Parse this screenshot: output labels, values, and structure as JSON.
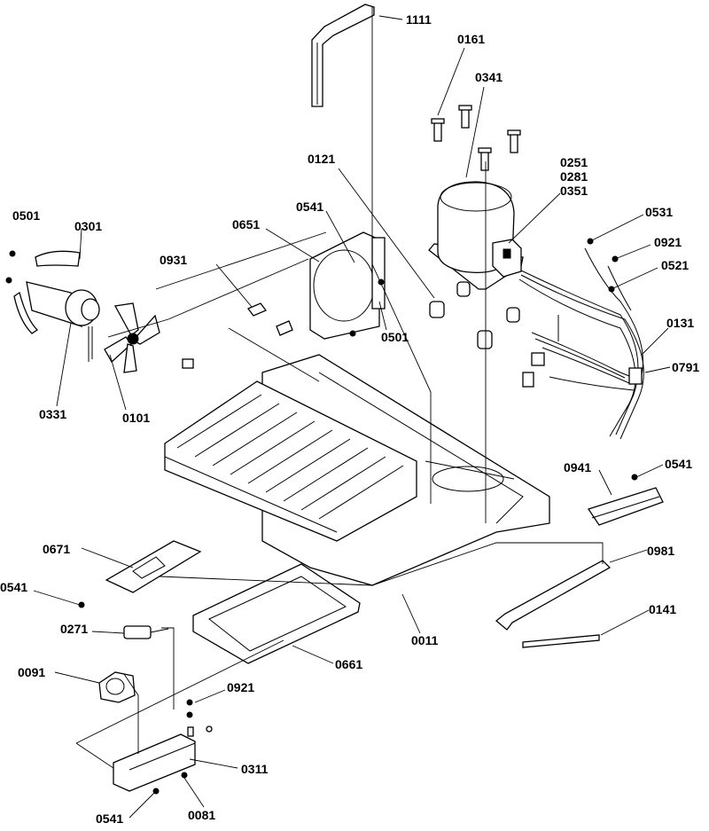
{
  "labels": {
    "p1111": "1111",
    "p0161": "0161",
    "p0341": "0341",
    "p0121": "0121",
    "p0251": "0251",
    "p0281": "0281",
    "p0351": "0351",
    "p0531": "0531",
    "p0921a": "0921",
    "p0521": "0521",
    "p0131": "0131",
    "p0791": "0791",
    "p0501a": "0501",
    "p0301": "0301",
    "p0651": "0651",
    "p0541a": "0541",
    "p0931": "0931",
    "p0501b": "0501",
    "p0331": "0331",
    "p0101": "0101",
    "p0941": "0941",
    "p0541b": "0541",
    "p0671": "0671",
    "p0981": "0981",
    "p0541c": "0541",
    "p0141": "0141",
    "p0271": "0271",
    "p0011": "0011",
    "p0661": "0661",
    "p0091": "0091",
    "p0921b": "0921",
    "p0311": "0311",
    "p0541d": "0541",
    "p0081": "0081"
  }
}
